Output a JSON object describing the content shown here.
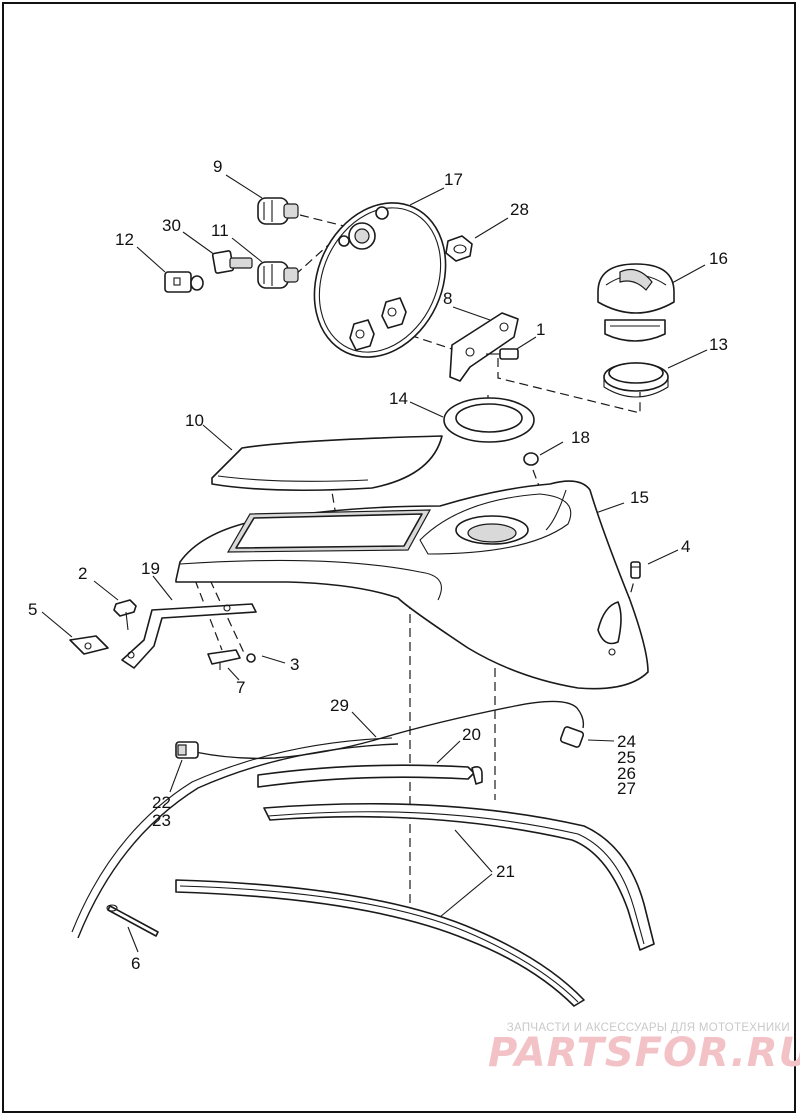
{
  "diagram": {
    "callouts": [
      {
        "id": "9",
        "text": "9"
      },
      {
        "id": "17",
        "text": "17"
      },
      {
        "id": "28",
        "text": "28"
      },
      {
        "id": "30",
        "text": "30"
      },
      {
        "id": "11",
        "text": "11"
      },
      {
        "id": "12",
        "text": "12"
      },
      {
        "id": "16",
        "text": "16"
      },
      {
        "id": "8",
        "text": "8"
      },
      {
        "id": "1",
        "text": "1"
      },
      {
        "id": "13",
        "text": "13"
      },
      {
        "id": "14",
        "text": "14"
      },
      {
        "id": "10",
        "text": "10"
      },
      {
        "id": "18",
        "text": "18"
      },
      {
        "id": "15",
        "text": "15"
      },
      {
        "id": "4",
        "text": "4"
      },
      {
        "id": "2",
        "text": "2"
      },
      {
        "id": "19",
        "text": "19"
      },
      {
        "id": "5",
        "text": "5"
      },
      {
        "id": "3",
        "text": "3"
      },
      {
        "id": "7",
        "text": "7"
      },
      {
        "id": "29",
        "text": "29"
      },
      {
        "id": "24",
        "text": "24"
      },
      {
        "id": "25",
        "text": "25"
      },
      {
        "id": "26",
        "text": "26"
      },
      {
        "id": "27",
        "text": "27"
      },
      {
        "id": "20",
        "text": "20"
      },
      {
        "id": "22",
        "text": "22"
      },
      {
        "id": "23",
        "text": "23"
      },
      {
        "id": "21",
        "text": "21"
      },
      {
        "id": "6",
        "text": "6"
      }
    ]
  },
  "watermark": {
    "line1": "ЗАПЧАСТИ И АКСЕССУАРЫ ДЛЯ МОТОТЕХНИКИ",
    "line2": "PARTSFOR.RU"
  }
}
